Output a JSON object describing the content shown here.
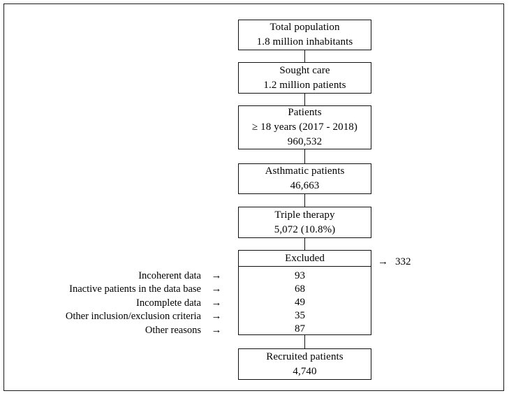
{
  "figure": {
    "type": "study-flow-diagram",
    "boxes": [
      {
        "id": "total-population",
        "lines": [
          "Total population",
          "1.8 million inhabitants"
        ]
      },
      {
        "id": "sought-care",
        "lines": [
          "Sought care",
          "1.2 million patients"
        ]
      },
      {
        "id": "patients-adults",
        "lines": [
          "Patients",
          "≥ 18 years (2017 - 2018)",
          "960,532"
        ]
      },
      {
        "id": "asthmatic-patients",
        "lines": [
          "Asthmatic patients",
          "46,663"
        ]
      },
      {
        "id": "triple-therapy",
        "lines": [
          "Triple therapy",
          "5,072 (10.8%)"
        ]
      },
      {
        "id": "recruited-patients",
        "lines": [
          "Recruited patients",
          "4,740"
        ]
      }
    ],
    "excluded": {
      "header_label": "Excluded",
      "total": "332",
      "total_arrow": "→",
      "reasons": [
        {
          "label": "Incoherent data",
          "arrow": "→",
          "count": "93"
        },
        {
          "label": "Inactive patients in the data base",
          "arrow": "→",
          "count": "68"
        },
        {
          "label": "Incomplete data",
          "arrow": "→",
          "count": "49"
        },
        {
          "label": "Other inclusion/exclusion criteria",
          "arrow": "→",
          "count": "35"
        },
        {
          "label": "Other reasons",
          "arrow": "→",
          "count": "87"
        }
      ]
    },
    "colors": {
      "line": "#111111",
      "frame": "#1a1a1a",
      "background": "#ffffff",
      "text": "#000000"
    }
  }
}
